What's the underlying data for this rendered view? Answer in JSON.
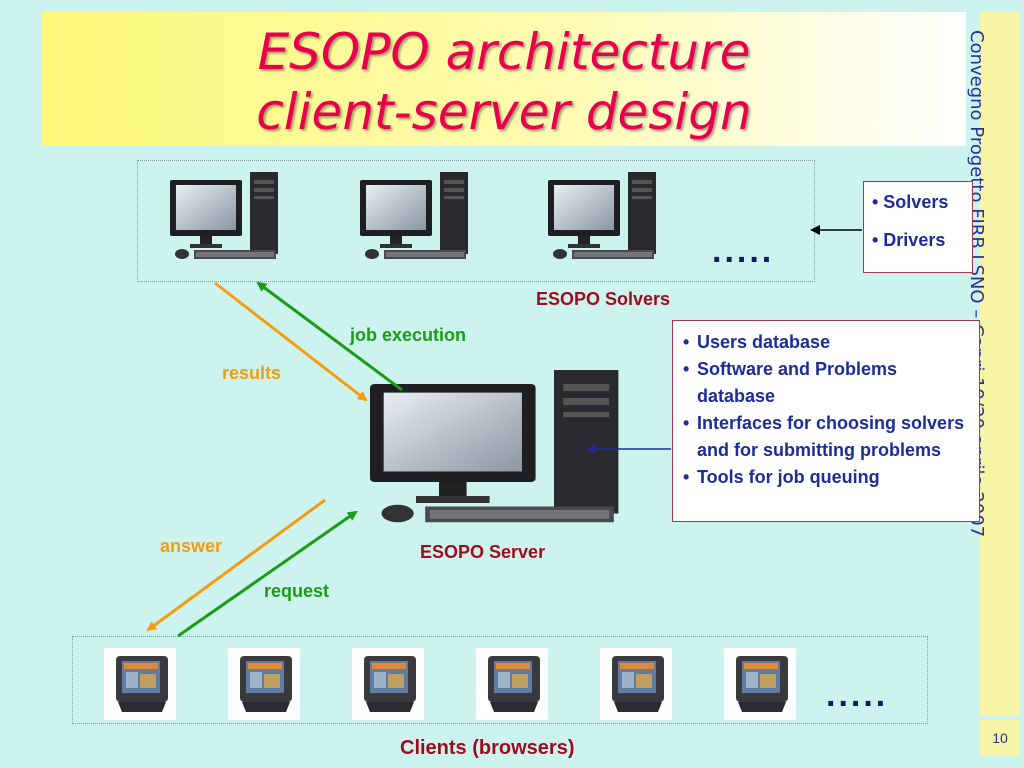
{
  "title": {
    "line1": "ESOPO architecture",
    "line2": "client-server design"
  },
  "side_banner": "Convegno Progetto FIRB LSNO – Capri 19/20 aprile 2007",
  "page_number": "10",
  "solvers": {
    "label": "ESOPO Solvers",
    "ellipsis": ".....",
    "info": [
      "• Solvers",
      "• Drivers"
    ]
  },
  "server": {
    "label": "ESOPO Server",
    "features": [
      "Users database",
      "Software and Problems database",
      "Interfaces for choosing solvers and for submitting problems",
      " Tools for job queuing"
    ]
  },
  "clients": {
    "label": "Clients (browsers)",
    "ellipsis": "....."
  },
  "arrows": {
    "job_execution": "job execution",
    "results": "results",
    "answer": "answer",
    "request": "request"
  },
  "colors": {
    "title": "#e8004f",
    "green_arrow": "#1b9c16",
    "orange_arrow": "#f39c12",
    "label_dark_red": "#9e0b1d",
    "info_text": "#1c2c98"
  }
}
